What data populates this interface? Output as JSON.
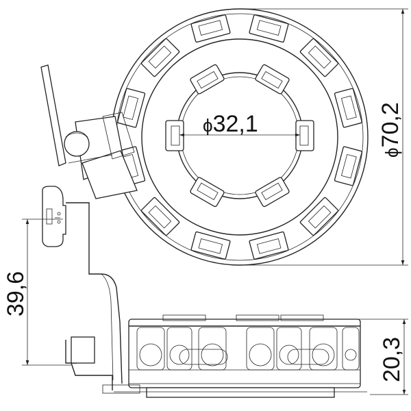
{
  "dimensions": {
    "inner_diameter": "32,1",
    "outer_diameter": "70,2",
    "arm_height": "39,6",
    "body_height": "20,3"
  },
  "diameter_symbol": "ϕ"
}
